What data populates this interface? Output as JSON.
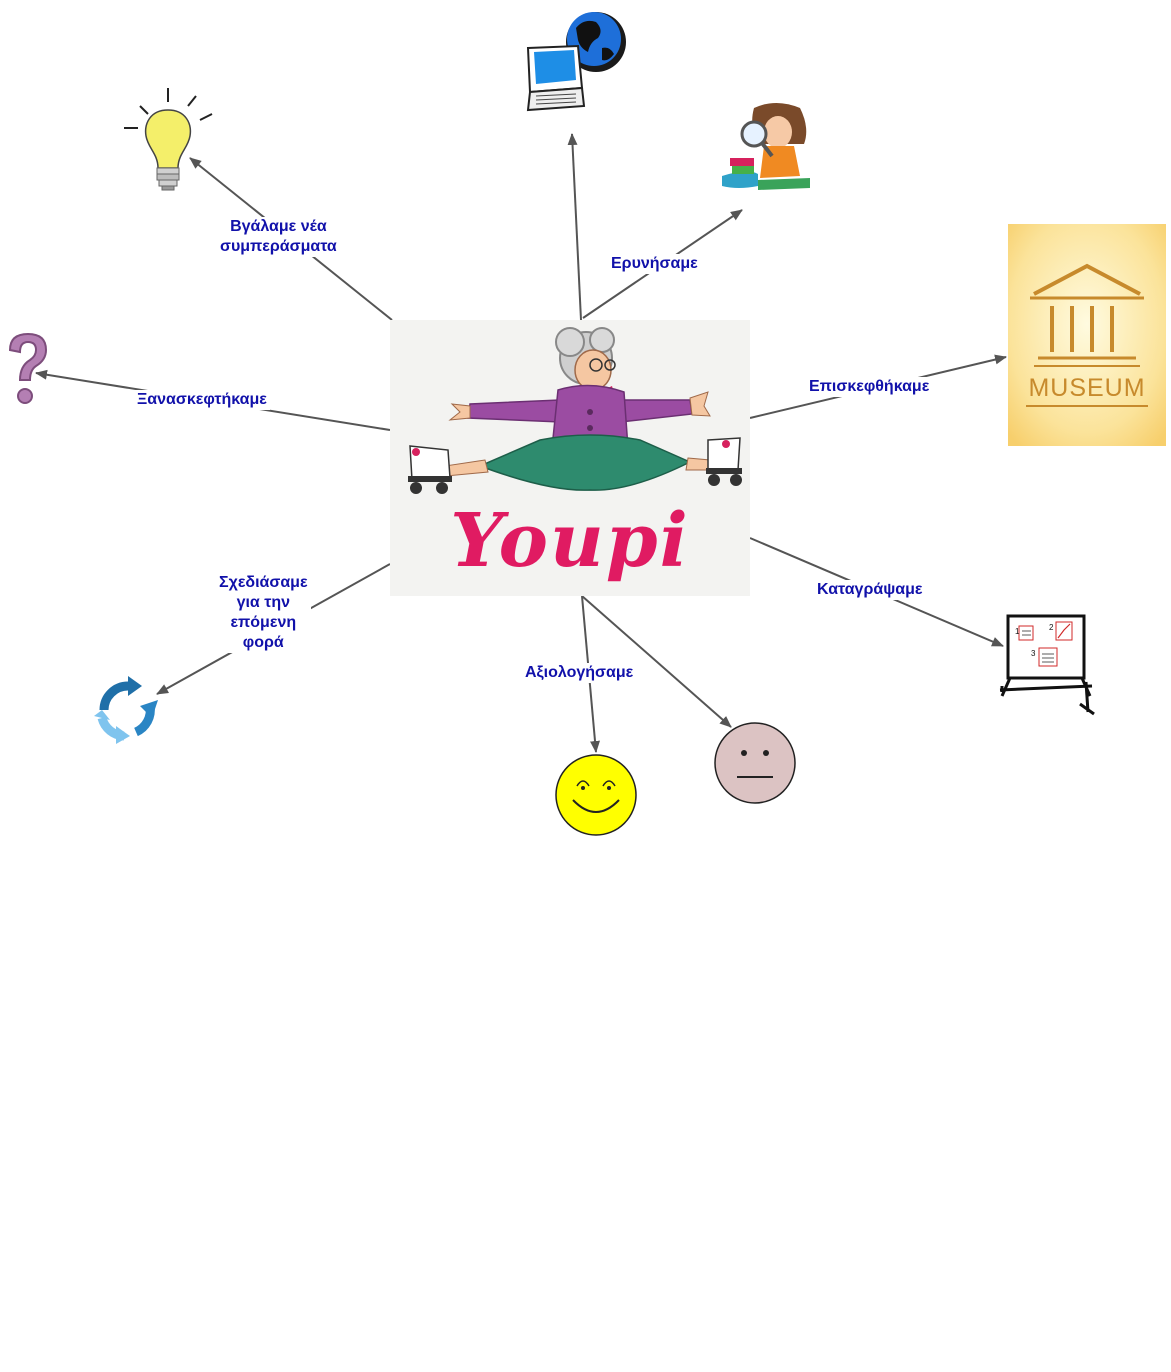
{
  "center": {
    "title": "Youpi"
  },
  "edges": [
    {
      "id": "conclusions",
      "label_lines": [
        "Βγάλαμε νέα",
        "συμπεράσματα"
      ]
    },
    {
      "id": "researched",
      "label_lines": [
        "Ερυνήσαμε"
      ]
    },
    {
      "id": "visited",
      "label_lines": [
        "Επισκεφθήκαμε"
      ]
    },
    {
      "id": "rethought",
      "label_lines": [
        "Ξανασκεφτήκαμε"
      ]
    },
    {
      "id": "planned",
      "label_lines": [
        "Σχεδιάσαμε",
        "για την",
        "επόμενη",
        "φορά"
      ]
    },
    {
      "id": "recorded",
      "label_lines": [
        "Καταγράψαμε"
      ]
    },
    {
      "id": "evaluated",
      "label_lines": [
        "Αξιολογήσαμε"
      ]
    }
  ],
  "nodes": {
    "museum": {
      "text": "MUSEUM",
      "icon": "museum-icon"
    },
    "whiteboard": {
      "numbers": [
        "1",
        "2",
        "3"
      ],
      "icon": "whiteboard-icon"
    },
    "computer": {
      "icon": "computer-globe-icon"
    },
    "researcher": {
      "icon": "girl-magnifier-icon"
    },
    "idea": {
      "icon": "lightbulb-icon"
    },
    "question": {
      "icon": "question-mark-icon"
    },
    "cycle": {
      "icon": "cycle-arrows-icon"
    },
    "happy": {
      "icon": "smiley-face-icon"
    },
    "neutral": {
      "icon": "neutral-face-icon"
    }
  },
  "colors": {
    "label": "#1111aa",
    "line": "#555555",
    "youpi": "#e01b62"
  }
}
